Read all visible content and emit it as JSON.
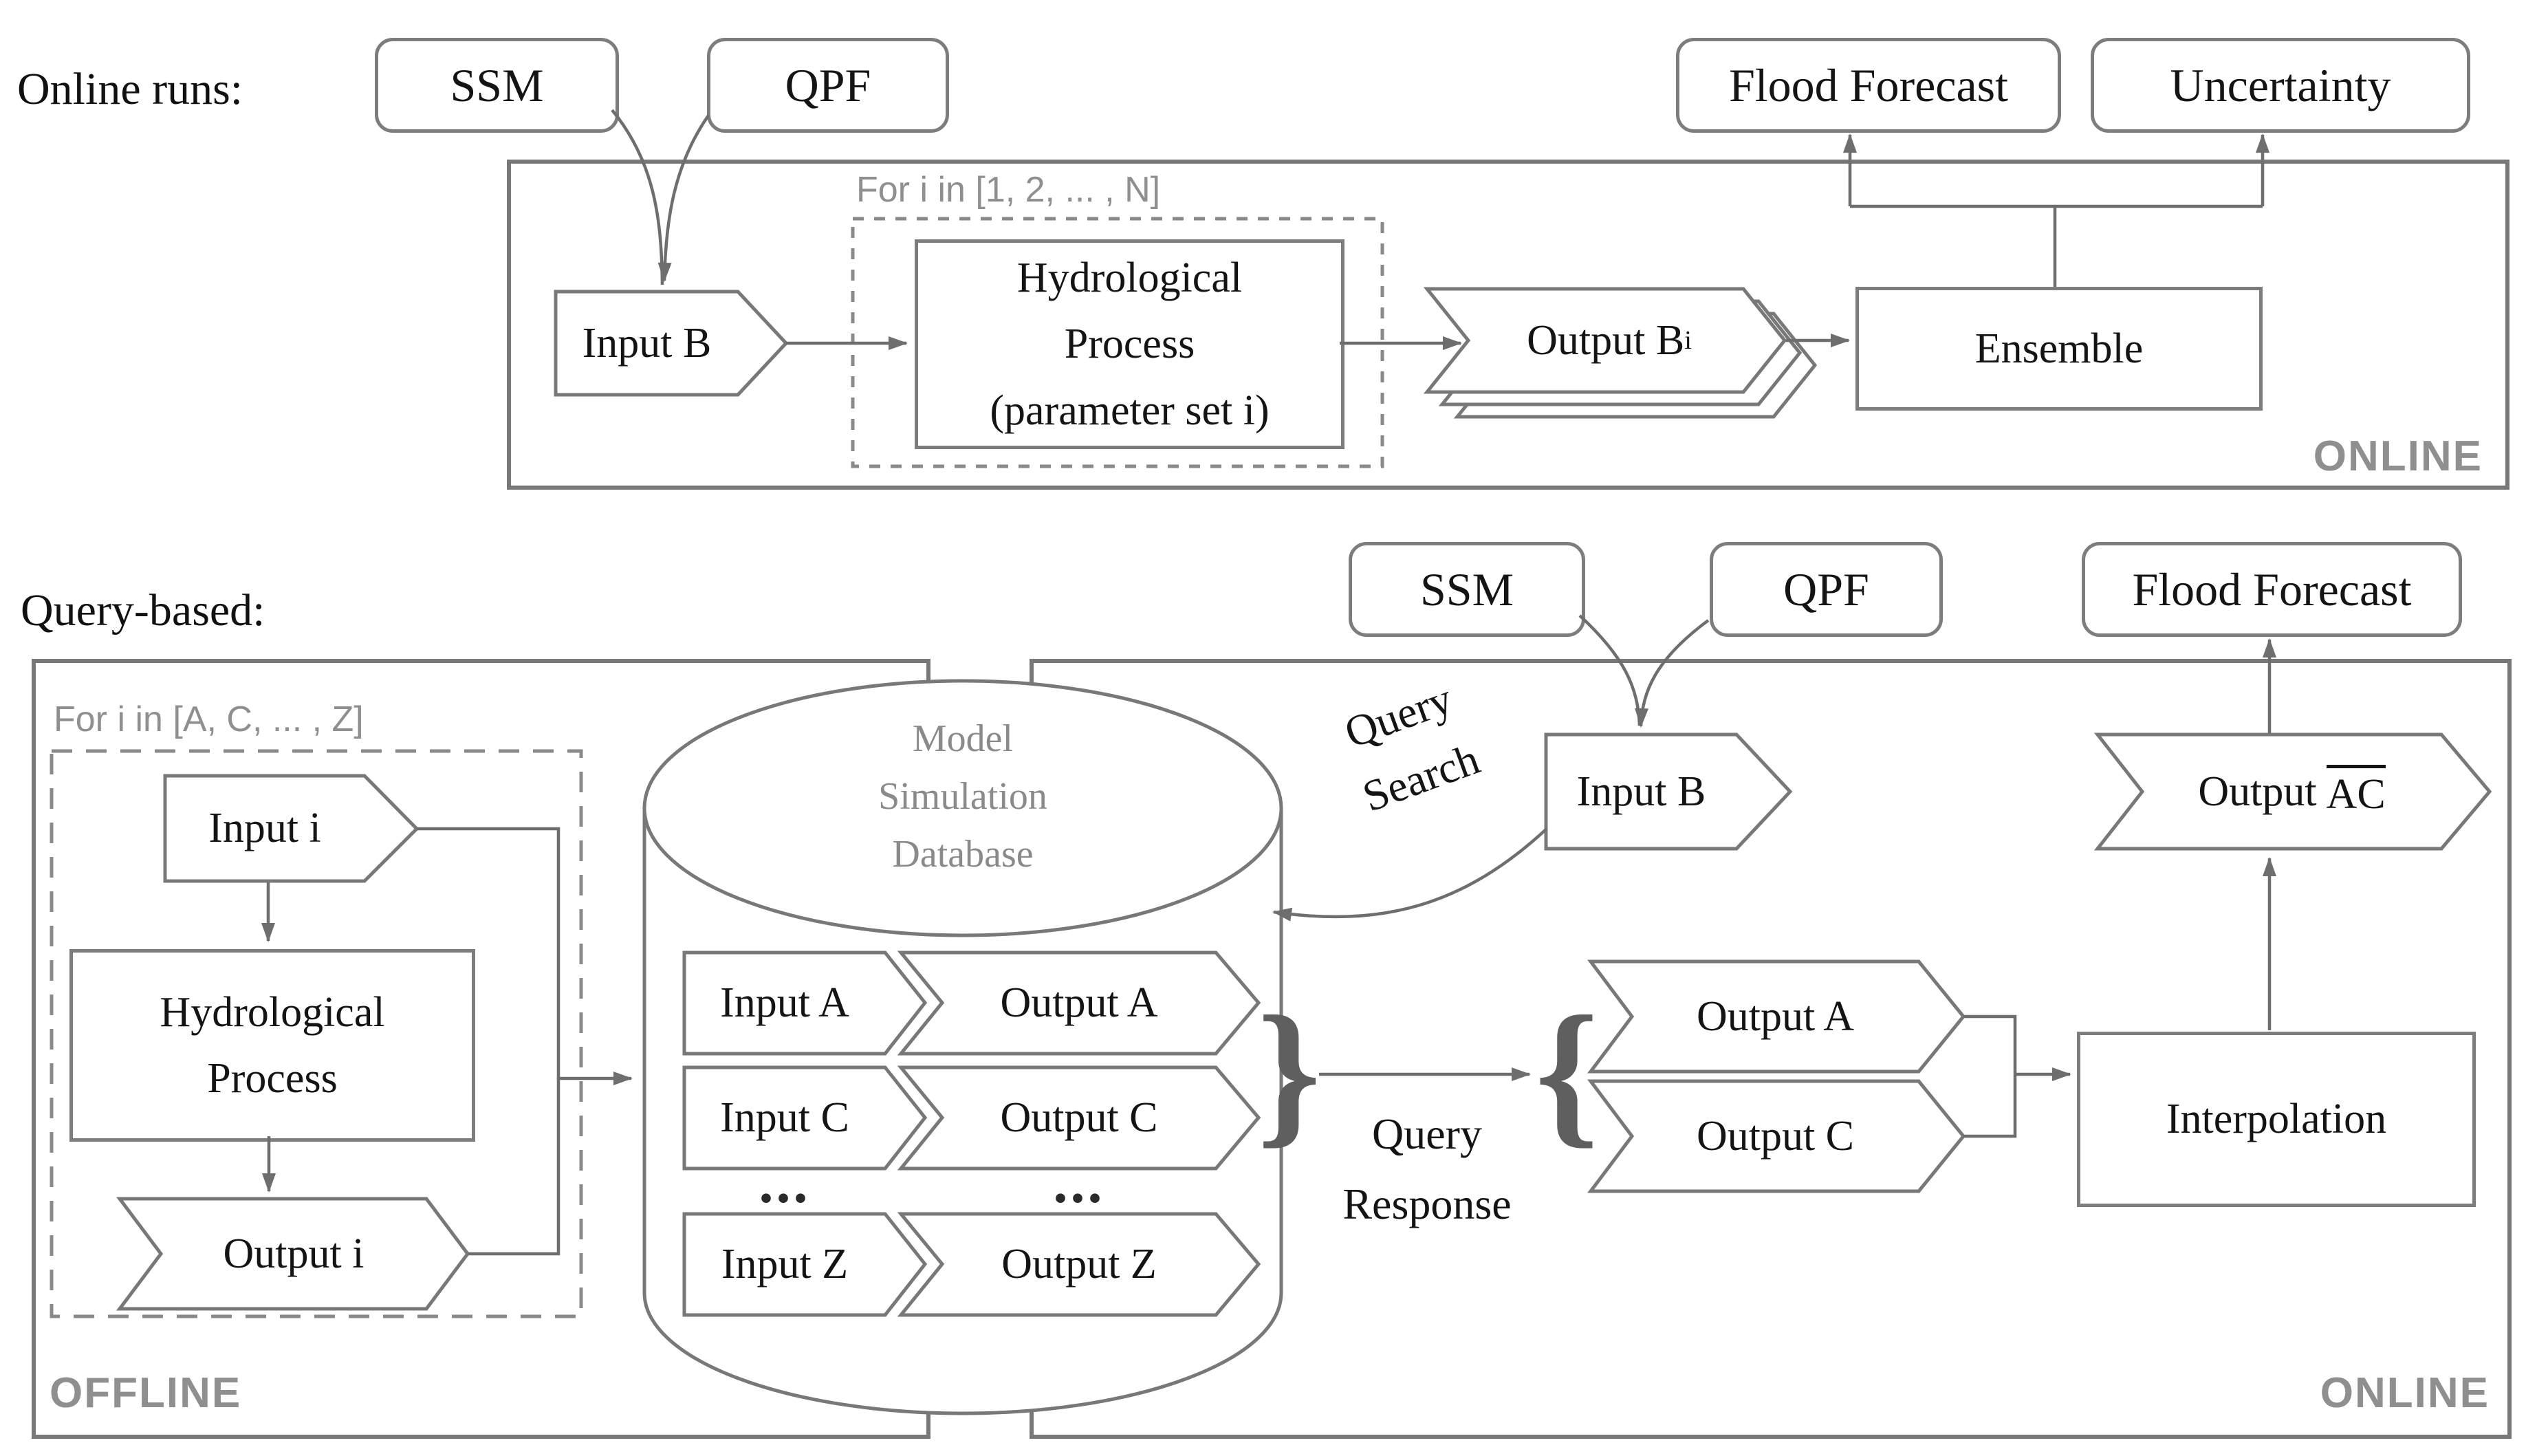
{
  "top": {
    "section_label": "Online runs:",
    "ssm": "SSM",
    "qpf": "QPF",
    "flood_forecast": "Flood Forecast",
    "uncertainty": "Uncertainty",
    "zone_label": "ONLINE",
    "loop_label": "For  i  in [1, 2, ... , N]",
    "input_b": "Input B",
    "hydrological": {
      "line1": "Hydrological",
      "line2": "Process",
      "line3": "(parameter set i)"
    },
    "output_b": {
      "main": "Output B",
      "sub": "i"
    },
    "ensemble": "Ensemble"
  },
  "bottom": {
    "section_label": "Query-based:",
    "offline_zone_label": "OFFLINE",
    "online_zone_label": "ONLINE",
    "loop_label": "For  i  in [A, C, ... , Z]",
    "input_i": "Input  i",
    "hydrological": {
      "line1": "Hydrological",
      "line2": "Process"
    },
    "output_i": "Output  i",
    "database": {
      "title": {
        "line1": "Model",
        "line2": "Simulation",
        "line3": "Database"
      },
      "rows": [
        {
          "input": "Input A",
          "output": "Output A"
        },
        {
          "input": "Input C",
          "output": "Output C"
        },
        {
          "input": "Input Z",
          "output": "Output Z"
        }
      ],
      "ellipsis": "..."
    },
    "query_search": {
      "line1": "Query",
      "line2": "Search"
    },
    "query_response": {
      "line1": "Query",
      "line2": "Response"
    },
    "brace_close": "}",
    "brace_open": "{",
    "ssm": "SSM",
    "qpf": "QPF",
    "input_b": "Input B",
    "response": {
      "output_a": "Output A",
      "output_c": "Output C"
    },
    "interpolation": "Interpolation",
    "output_ac": {
      "prefix": "Output",
      "overlined": "AC"
    },
    "flood_forecast": "Flood Forecast"
  },
  "colors": {
    "stroke": "#6e6e6e",
    "box_border": "#7d7d7d",
    "gray_text": "#8f8f8f",
    "db_text": "#8a8a8a",
    "brace": "#5f5f5f",
    "background": "#ffffff"
  }
}
